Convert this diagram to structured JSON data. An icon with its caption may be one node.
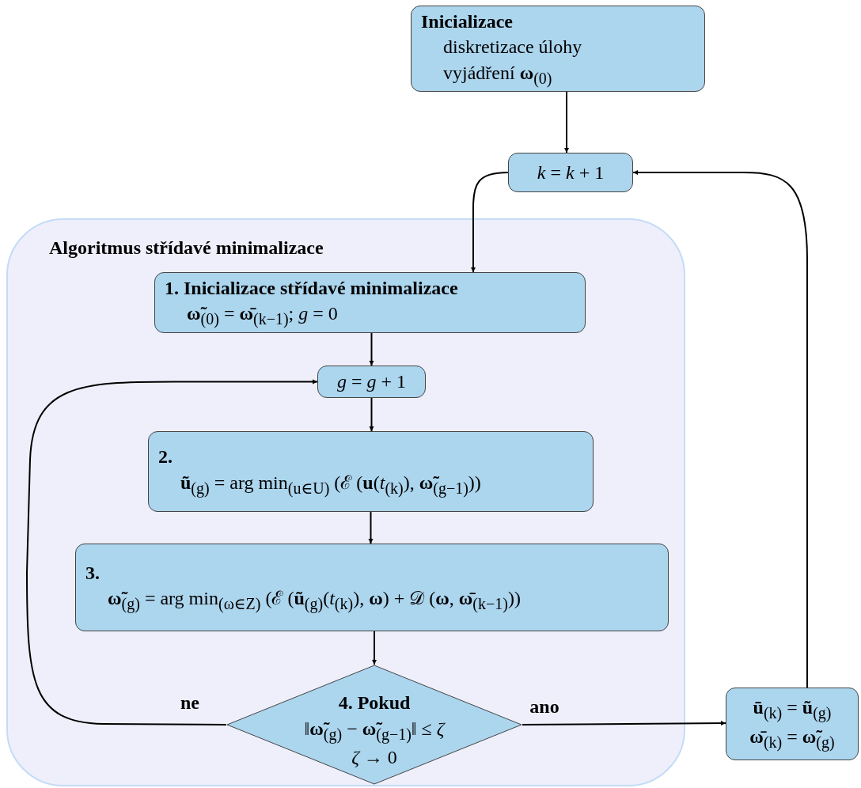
{
  "diagram": {
    "nodes": [
      {
        "text": [
          "Inicializace",
          "diskretizace úlohy",
          "vyjádření **ω**$_{(0)}$"
        ]
      },
      {
        "text": [
          "*k* = *k* + 1"
        ]
      },
      {
        "text": [
          "Algoritmus střídavé minimalizace"
        ]
      },
      {
        "text": [
          "1. Inicializace střídavé minimalizace",
          "**ω̃**$_{(0)}$ = **ω̄**$_{(k−1)}$; *g* = 0"
        ],
        "in": 2
      },
      {
        "text": [
          "*g* = *g* + 1"
        ],
        "in": 2
      },
      {
        "text": [
          "2.",
          "**ũ**$_{(g)}$ = arg min$_{(u∈U)}$ (ℰ (**u**(*t*$_{(k)}$), **ω̃**$_{(g−1)}$))"
        ],
        "in": 2
      },
      {
        "text": [
          "3.",
          "**ω̃**$_{(g)}$ = arg min$_{(ω∈Z)}$ (ℰ (**ũ**$_{(g)}$(*t*$_{(k)}$), **ω**) + 𝒟 (**ω**, **ω̄**$_{(k−1)}$))"
        ],
        "in": 2
      },
      {
        "text": [
          "4. Pokud",
          "‖**ω̃**$_{(g)}$ − **ω̃**$_{(g−1)}$‖ ≤ *ζ*",
          "*ζ* → 0"
        ],
        "in": 2
      },
      {
        "text": [
          "**ū**$_{(k)}$ = **ũ**$_{(g)}$",
          "**ω̄**$_{(k)}$ = **ω̃**$_{(g)}$"
        ]
      }
    ],
    "edges": [
      {
        "from": 0,
        "to": 1,
        "arrow": "to"
      },
      {
        "from": 1,
        "to": 3,
        "arrow": "to"
      },
      {
        "from": 3,
        "to": 4,
        "arrow": "to"
      },
      {
        "from": 4,
        "to": 5,
        "arrow": "to"
      },
      {
        "from": 5,
        "to": 6,
        "arrow": "to"
      },
      {
        "from": 6,
        "to": 7,
        "arrow": "to"
      },
      {
        "from": 7,
        "to": 4,
        "arrow": "to",
        "label": "ne"
      },
      {
        "from": 7,
        "to": 8,
        "arrow": "to",
        "label": "ano"
      },
      {
        "from": 8,
        "to": 1,
        "arrow": "to"
      }
    ]
  }
}
